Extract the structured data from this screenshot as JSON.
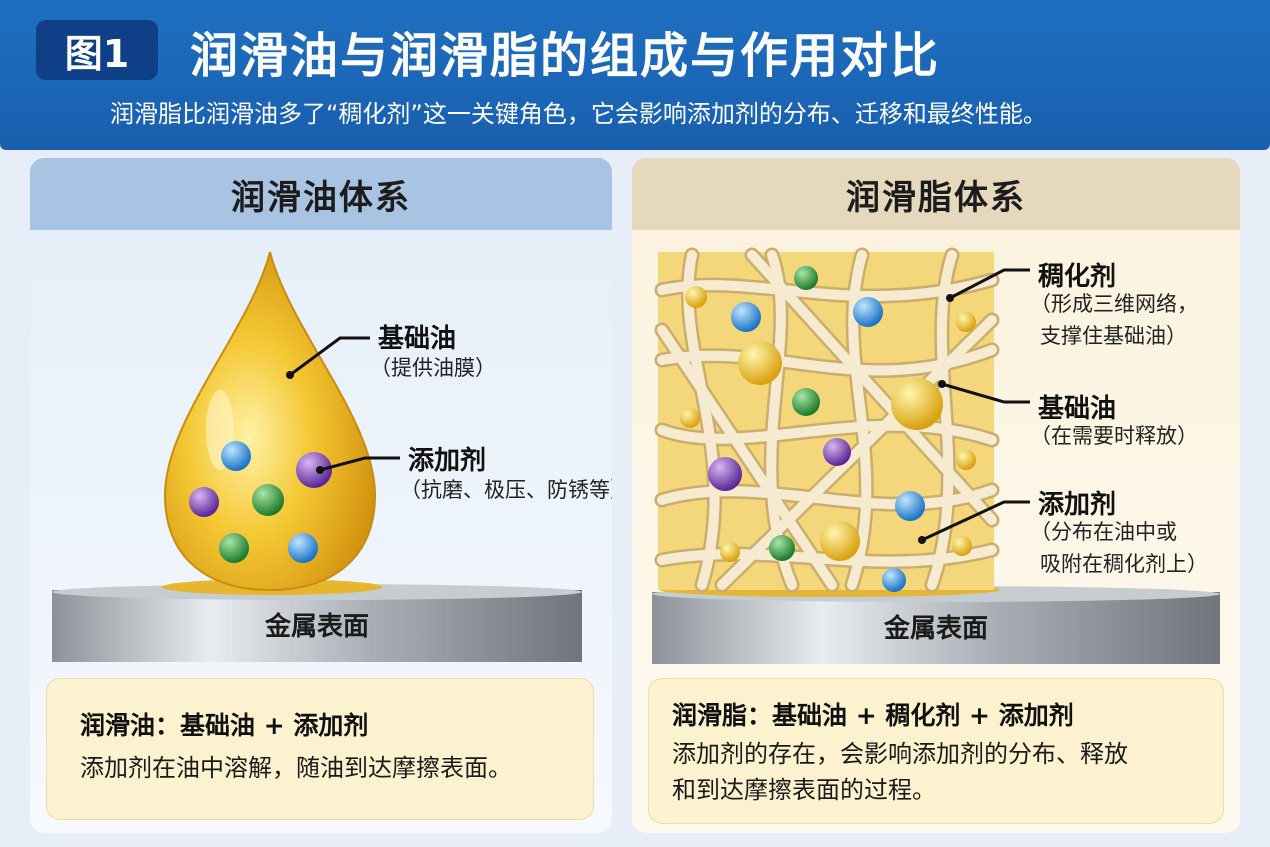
{
  "header": {
    "badge": "图1",
    "title": "润滑油与润滑脂的组成与作用对比",
    "subtitle": "润滑脂比润滑油多了“稠化剂”这一关键角色，它会影响添加剂的分布、迁移和最终性能。"
  },
  "left_panel": {
    "title": "润滑油体系",
    "labels": {
      "base_oil": {
        "title": "基础油",
        "desc": "（提供油膜）"
      },
      "additive": {
        "title": "添加剂",
        "desc": "（抗磨、极压、防锈等）"
      }
    },
    "surface": "金属表面",
    "summary": {
      "formula": "润滑油：基础油 + 添加剂",
      "desc": "添加剂在油中溶解，随油到达摩擦表面。"
    }
  },
  "right_panel": {
    "title": "润滑脂体系",
    "labels": {
      "thickener": {
        "title": "稠化剂",
        "desc_line1": "（形成三维网络，",
        "desc_line2": "支撑住基础油）"
      },
      "base_oil": {
        "title": "基础油",
        "desc": "（在需要时释放）"
      },
      "additive": {
        "title": "添加剂",
        "desc_line1": "（分布在油中或",
        "desc_line2": "吸附在稠化剂上）"
      }
    },
    "surface": "金属表面",
    "summary": {
      "formula": "润滑脂：基础油 + 稠化剂 + 添加剂",
      "desc_line1": "添加剂的存在，会影响添加剂的分布、释放",
      "desc_line2": "和到达摩擦表面的过程。"
    }
  },
  "colors": {
    "header_blue": "#1f6fc0",
    "badge_navy": "#0f3f86",
    "oil_gold": "#e8b21c",
    "fiber_cream": "#ecd9a6",
    "additive_blue": "#2f8fe0",
    "additive_purple": "#7a3fb8",
    "additive_green": "#2e9a3c",
    "summary_bg": "#fdf2cf"
  }
}
